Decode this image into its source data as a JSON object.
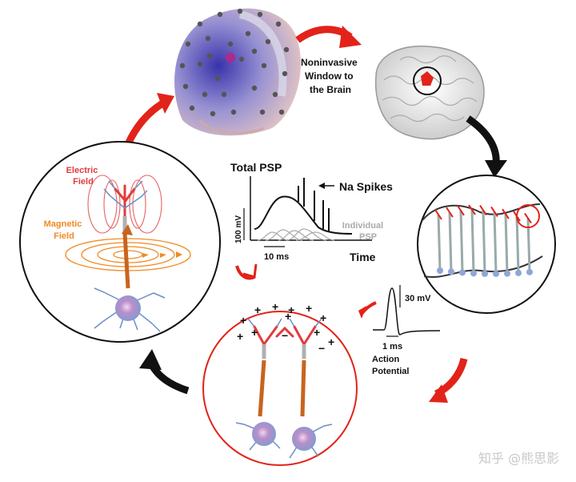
{
  "window_label": [
    "Noninvasive",
    "Window to",
    "the Brain"
  ],
  "electric_field": [
    "Electric",
    "Field"
  ],
  "magnetic_field": [
    "Magnetic",
    "Field"
  ],
  "psp": {
    "title": "Total PSP",
    "spikes_label": "Na Spikes",
    "individual_label": [
      "Individual",
      "PSP"
    ],
    "y_scale": "100 mV",
    "x_scale": "10 ms",
    "x_axis": "Time"
  },
  "action_potential": {
    "v_scale": "30 mV",
    "t_scale": "1 ms",
    "label": [
      "Action",
      "Potential"
    ]
  },
  "watermark": "知乎 @熊思影",
  "colors": {
    "red_arrow": "#e2231a",
    "black_arrow": "#111111",
    "electric": "#e23b3b",
    "magnetic": "#f08a24",
    "dendrite": "#6b8fc6",
    "axon": "#c8641e"
  }
}
